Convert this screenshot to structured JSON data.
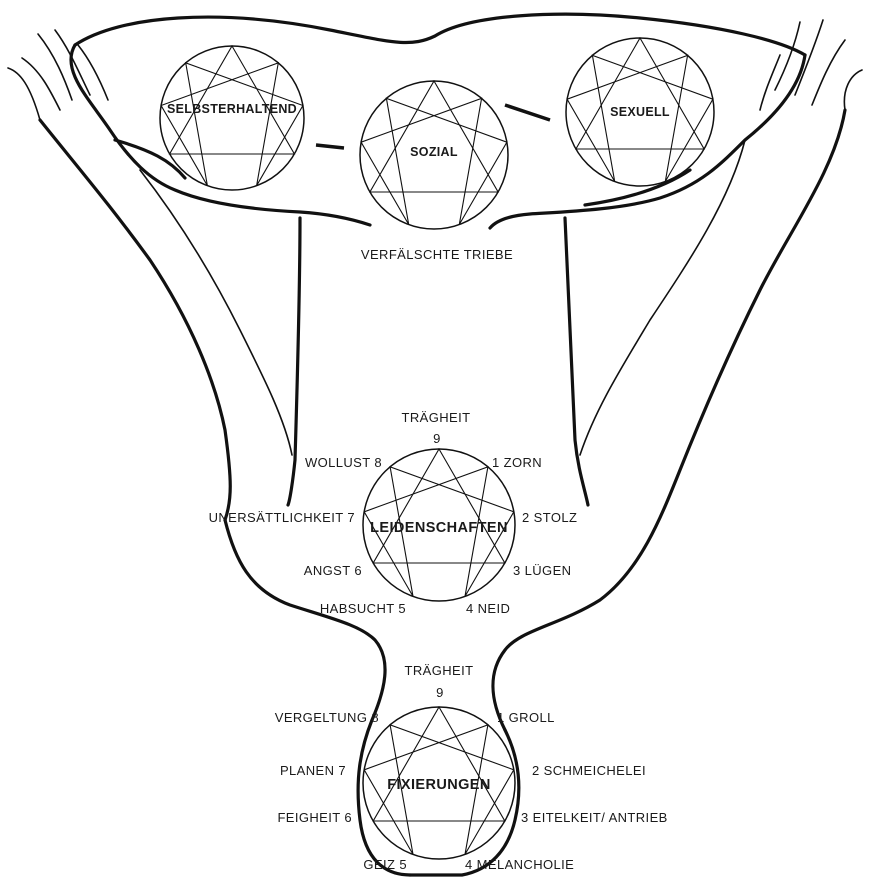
{
  "instincts": {
    "self_preservation": "SELBSTERHALTEND",
    "social": "SOZIAL",
    "sexual": "SEXUELL",
    "caption": "VERFÄLSCHTE TRIEBE"
  },
  "passions": {
    "center": "LEIDENSCHAFTEN",
    "top_word": "TRÄGHEIT",
    "top_num": "9",
    "p8": "WOLLUST 8",
    "p1": "1 ZORN",
    "p7": "UNERSÄTTLICHKEIT 7",
    "p2": "2 STOLZ",
    "p6": "ANGST 6",
    "p3": "3 LÜGEN",
    "p5": "HABSUCHT 5",
    "p4": "4 NEID"
  },
  "fixations": {
    "center": "FIXIERUNGEN",
    "top_word": "TRÄGHEIT",
    "top_num": "9",
    "f8": "VERGELTUNG 8",
    "f1": "1 GROLL",
    "f7": "PLANEN 7",
    "f2": "2 SCHMEICHELEI",
    "f6": "FEIGHEIT 6",
    "f3": "3 EITELKEIT/ ANTRIEB",
    "f5": "GEIZ 5",
    "f4": "4 MELANCHOLIE"
  }
}
